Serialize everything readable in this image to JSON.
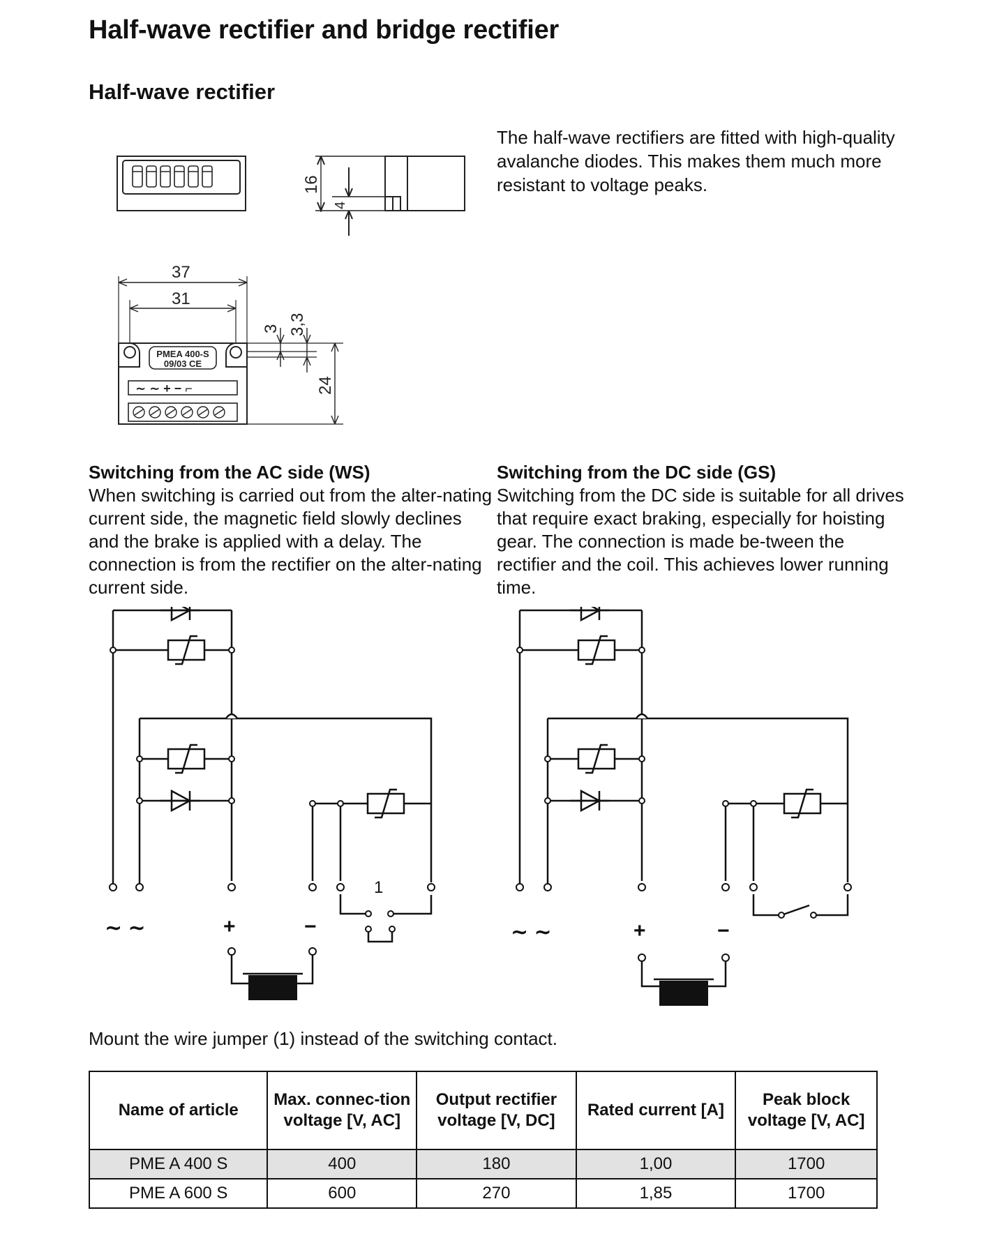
{
  "page": {
    "title": "Half-wave rectifier and bridge rectifier",
    "subtitle": "Half-wave rectifier",
    "intro": "The half-wave rectifiers are fitted with high-quality avalanche diodes. This makes them much more resistant to voltage peaks."
  },
  "drawing": {
    "dim_16": "16",
    "dim_4": "4",
    "dim_37": "37",
    "dim_31": "31",
    "dim_3": "3",
    "dim_3_3": "3,3",
    "dim_24": "24",
    "label_line1": "PMEA 400-S",
    "label_line2": "09/03 CE",
    "terminal_symbols": "∼ ∼ + − ⌐"
  },
  "ac_side": {
    "title": "Switching from the AC side (WS)",
    "body": "When switching is carried out from the alter-nating current side, the magnetic field slowly declines and the brake is applied with a delay. The connection is from the rectifier on the alter-nating current side."
  },
  "dc_side": {
    "title": "Switching from the DC side (GS)",
    "body": "Switching from the DC side is suitable for all drives that require exact braking, especially for hoisting gear. The connection is made be-tween the rectifier and the coil. This achieves lower running time."
  },
  "circuit": {
    "ac_symbol": "∼ ∼",
    "plus": "+",
    "minus": "−",
    "jumper_label": "1"
  },
  "note": "Mount the wire jumper (1) instead of the switching contact.",
  "table": {
    "headers": [
      "Name of article",
      "Max. connec-tion voltage [V, AC]",
      "Output rectifier voltage [V, DC]",
      "Rated current [A]",
      "Peak block voltage [V, AC]"
    ],
    "rows": [
      [
        "PME A 400 S",
        "400",
        "180",
        "1,00",
        "1700"
      ],
      [
        "PME A 600 S",
        "600",
        "270",
        "1,85",
        "1700"
      ]
    ]
  }
}
